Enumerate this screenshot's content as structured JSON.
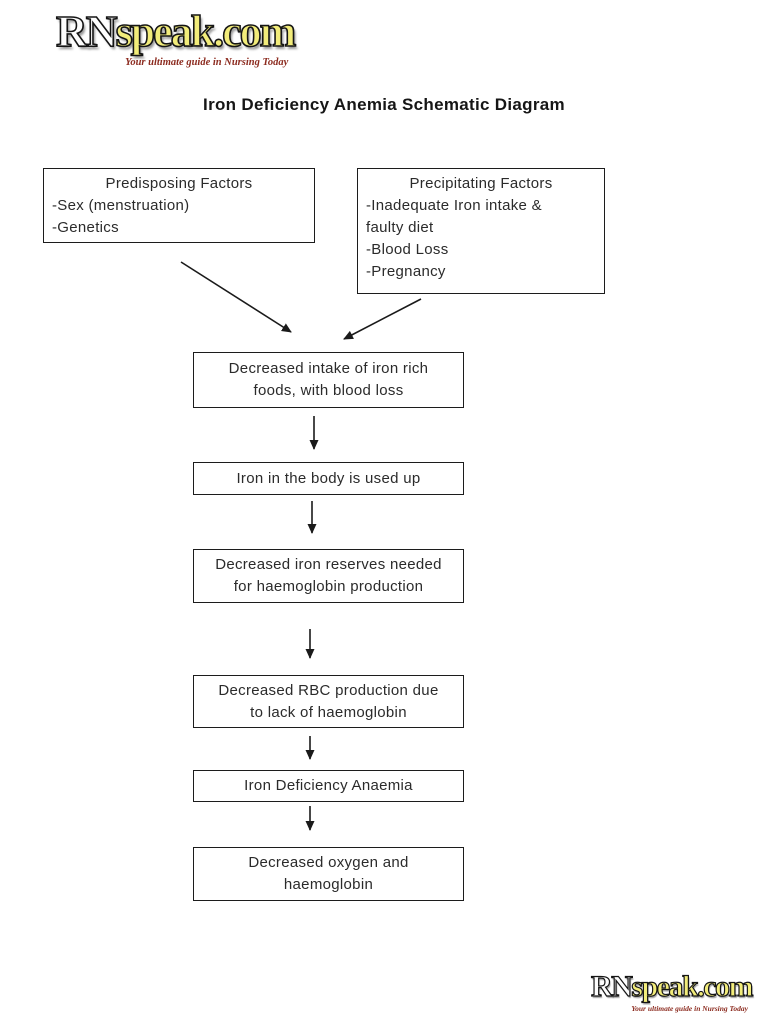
{
  "logo": {
    "rn": "RN",
    "rest": "speak.com",
    "tagline": "Your ultimate guide in Nursing Today"
  },
  "title": "Iron Deficiency Anemia Schematic Diagram",
  "factors": {
    "predisposing": {
      "title": "Predisposing Factors",
      "items": [
        "-Sex (menstruation)",
        "-Genetics"
      ]
    },
    "precipitating": {
      "title": "Precipitating Factors",
      "items": [
        "-Inadequate Iron intake &",
        "faulty diet",
        "-Blood Loss",
        "-Pregnancy"
      ]
    }
  },
  "flow_steps": [
    {
      "lines": [
        "Decreased intake of iron rich",
        "foods, with blood loss"
      ]
    },
    {
      "lines": [
        "Iron in the body is used up"
      ]
    },
    {
      "lines": [
        "Decreased iron reserves needed",
        "for haemoglobin production"
      ]
    },
    {
      "lines": [
        "Decreased RBC production due",
        "to lack of haemoglobin"
      ]
    },
    {
      "lines": [
        "Iron Deficiency Anaemia"
      ]
    },
    {
      "lines": [
        "Decreased oxygen and",
        "haemoglobin"
      ]
    }
  ],
  "colors": {
    "logo_yellow": "#f2ec7a",
    "logo_tagline_red": "#8c2b1f",
    "box_border": "#1c1c1c",
    "text": "#2b2b2b",
    "background": "#ffffff"
  }
}
